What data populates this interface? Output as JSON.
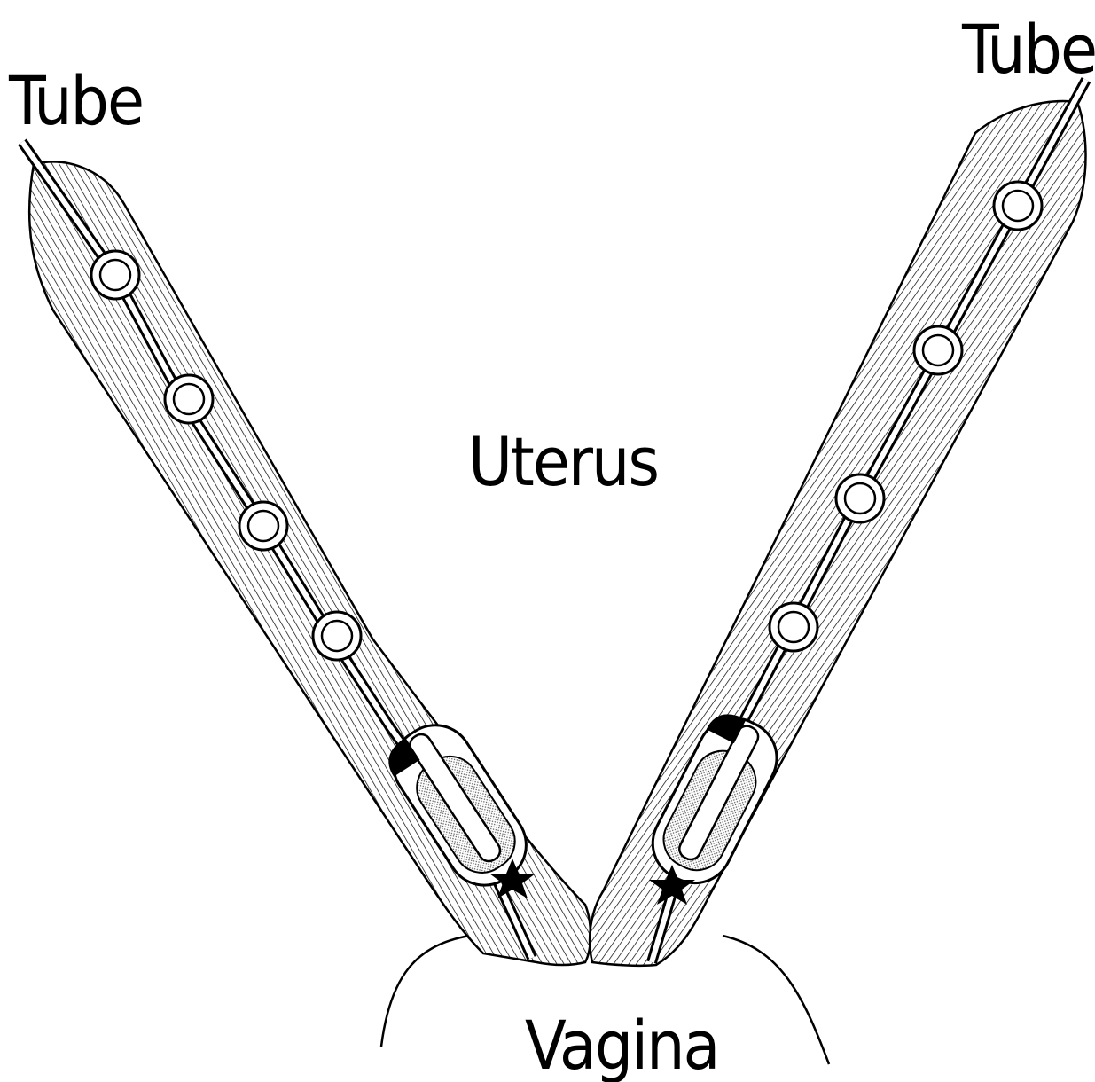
{
  "labels": {
    "tube_left": "Tube",
    "tube_right": "Tube",
    "uterus": "Uterus",
    "vagina": "Vagina"
  },
  "colors": {
    "ink": "#000000",
    "paper": "#ffffff",
    "stipple": "#c8c8c8"
  },
  "horns": [
    {
      "side": "left",
      "embryo_count": 4,
      "has_star_marker": true
    },
    {
      "side": "right",
      "embryo_count": 4,
      "has_star_marker": true
    }
  ]
}
